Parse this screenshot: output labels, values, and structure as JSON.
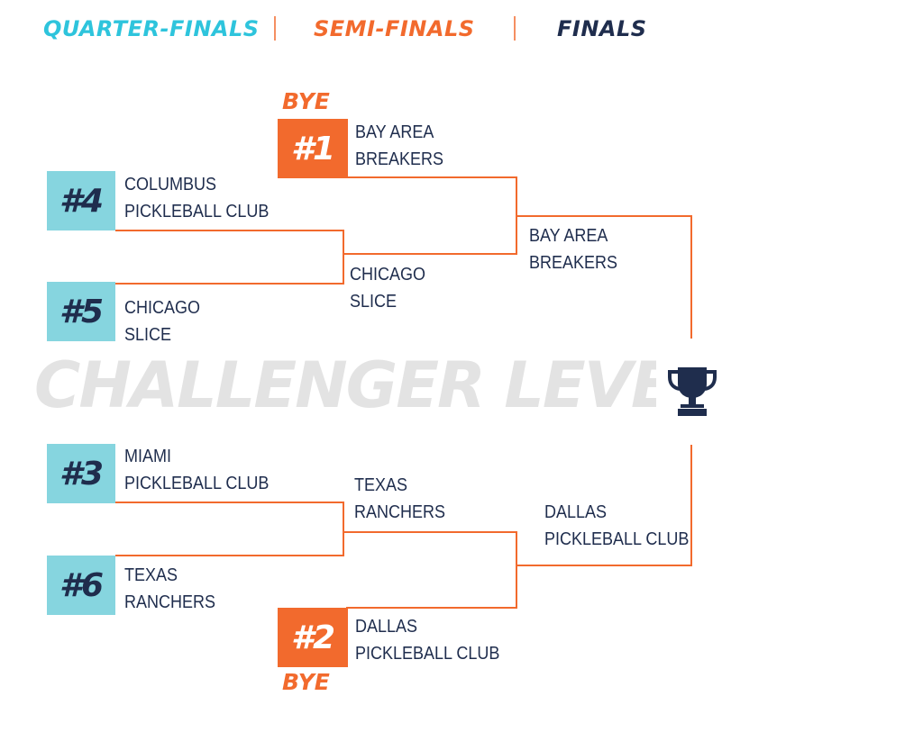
{
  "headers": {
    "quarter_finals": "QUARTER-FINALS",
    "semi_finals": "SEMI-FINALS",
    "finals": "FINALS"
  },
  "colors": {
    "teal": "#86d5df",
    "orange": "#f26a2d",
    "navy": "#1f2d4d",
    "watermark": "#e3e3e3",
    "quarter_header": "#2ec4dc"
  },
  "watermark": "CHALLENGER LEVEL",
  "trophy_icon": "trophy-icon",
  "quarterfinals": [
    {
      "seed": "#4",
      "line1": "COLUMBUS",
      "line2": "PICKLEBALL CLUB"
    },
    {
      "seed": "#5",
      "line1": "CHICAGO",
      "line2": "SLICE"
    },
    {
      "seed": "#3",
      "line1": "MIAMI",
      "line2": "PICKLEBALL CLUB"
    },
    {
      "seed": "#6",
      "line1": "TEXAS",
      "line2": "RANCHERS"
    }
  ],
  "byes": [
    {
      "label": "BYE",
      "seed": "#1",
      "line1": "BAY AREA",
      "line2": "BREAKERS"
    },
    {
      "label": "BYE",
      "seed": "#2",
      "line1": "DALLAS",
      "line2": "PICKLEBALL CLUB"
    }
  ],
  "qf_winners": [
    {
      "line1": "CHICAGO",
      "line2": "SLICE"
    },
    {
      "line1": "TEXAS",
      "line2": "RANCHERS"
    }
  ],
  "sf_winners": [
    {
      "line1": "BAY AREA",
      "line2": "BREAKERS"
    },
    {
      "line1": "DALLAS",
      "line2": "PICKLEBALL CLUB"
    }
  ]
}
